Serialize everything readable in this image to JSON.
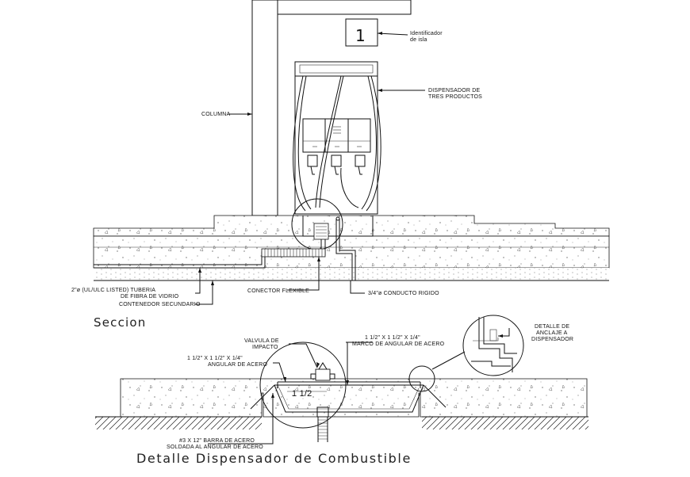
{
  "labels": {
    "island_id": "Identificador\nde isla",
    "island_number": "1",
    "dispenser": "DISPENSADOR DE\nTRES PRODUCTOS",
    "column": "COLUMNA",
    "pipe": "2\"ø (UL/ULC LISTED) TUBERIA\nDE FIBRA DE VIDRIO",
    "container": "CONTENEDOR SECUNDARIO",
    "flex_connector": "CONECTOR FLEXIBLE",
    "rigid_conduit": "3/4\"ø CONDUCTO RIGIDO",
    "impact_valve": "VALVULA DE\nIMPACTO",
    "angle_steel": "1 1/2\" X 1 1/2\" X 1/4\"\nANGULAR DE ACERO",
    "frame_angle": "1 1/2\" X 1 1/2\" X 1/4\"\nMARCO DE ANGULAR DE ACERO",
    "anchor_detail": "DETALLE DE\nANCLAJE A\nDISPENSADOR",
    "steel_bar": "#3 X 12\" BARRA DE ACERO\nSOLDADA AL ANGULAR DE ACERO",
    "dim_one_half": "1 1/2"
  },
  "section_title": "Seccion",
  "detail_title": "Detalle Dispensador de Combustible"
}
